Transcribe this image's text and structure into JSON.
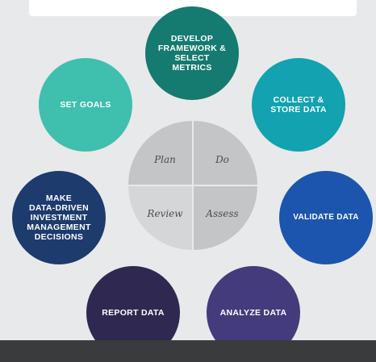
{
  "steps": [
    {
      "lines": [
        "DEVELOP",
        "FRAMEWORK &",
        "SELECT METRICS"
      ]
    },
    {
      "lines": [
        "COLLECT &",
        "STORE DATA"
      ]
    },
    {
      "lines": [
        "VALIDATE DATA"
      ]
    },
    {
      "lines": [
        "ANALYZE DATA"
      ]
    },
    {
      "lines": [
        "REPORT DATA"
      ]
    },
    {
      "lines": [
        "MAKE",
        "DATA-DRIVEN",
        "INVESTMENT",
        "MANAGEMENT",
        "DECISIONS"
      ]
    },
    {
      "lines": [
        "SET GOALS"
      ]
    }
  ],
  "cycle": {
    "plan": "Plan",
    "do": "Do",
    "review": "Review",
    "assess": "Assess"
  },
  "colors": {
    "step1": "#157a70",
    "step2": "#12a2b0",
    "step3": "#1b55ad",
    "step4": "#443b7c",
    "step5": "#2f2850",
    "step6": "#1d3b6c",
    "step7": "#3fbfad",
    "cycle_gray": "#c3c5c7"
  }
}
